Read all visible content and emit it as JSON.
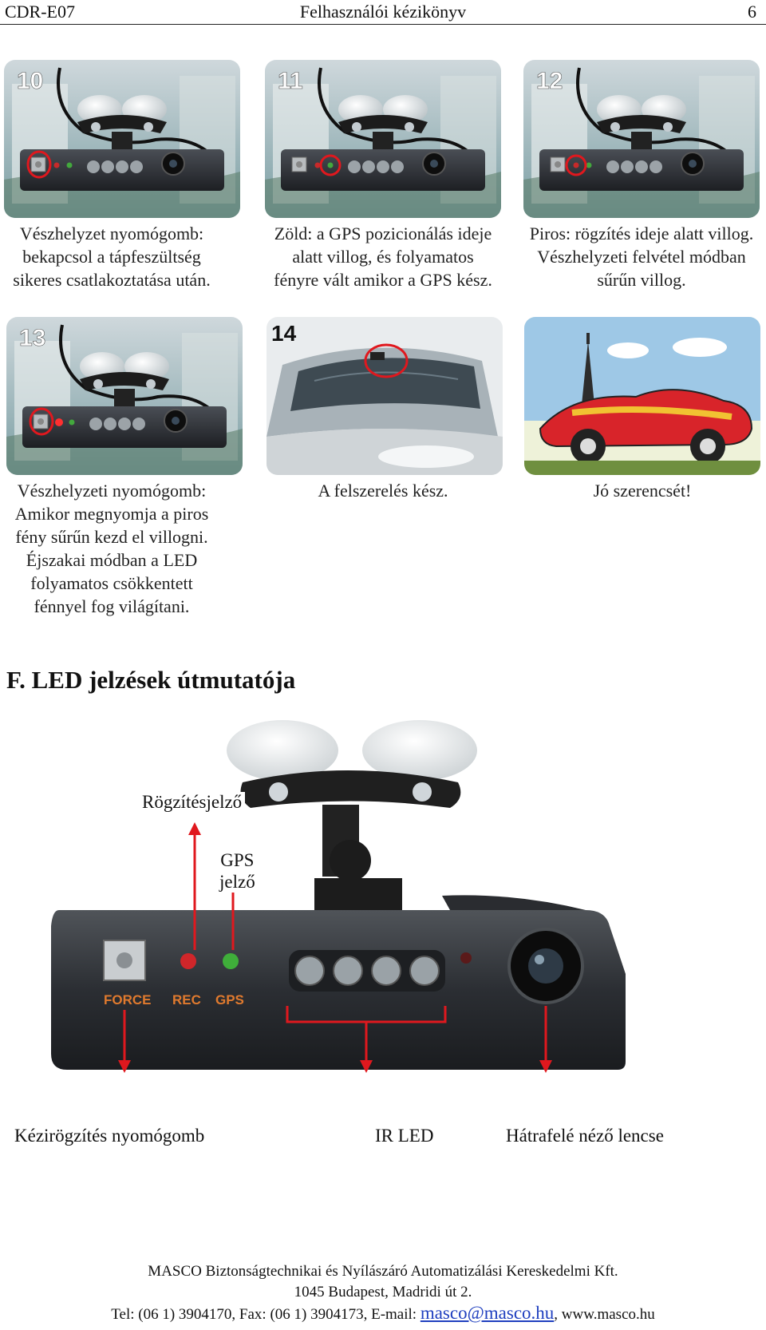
{
  "header": {
    "model": "CDR-E07",
    "title": "Felhasználói kézikönyv",
    "page": "6"
  },
  "panels": [
    {
      "number": "10",
      "caption": "Vészhelyzet nyomógomb: bekapcsol a tápfeszültség sikeres csatlakoztatása után."
    },
    {
      "number": "11",
      "caption": "Zöld: a GPS pozicionálás ideje alatt villog, és folyamatos fényre vált amikor a GPS kész."
    },
    {
      "number": "12",
      "caption": "Piros: rögzítés ideje alatt villog. Vészhelyzeti felvétel módban sűrűn villog."
    },
    {
      "number": "13",
      "caption": "Vészhelyzeti nyomógomb: Amikor megnyomja a piros fény sűrűn kezd el villogni. Éjszakai módban a LED folyamatos csökkentett fénnyel fog világítani."
    },
    {
      "number": "14",
      "caption": "A felszerelés kész."
    },
    {
      "number": "",
      "caption": "Jó szerencsét!"
    }
  ],
  "device_labels": {
    "force": "FORCE",
    "rec": "REC",
    "gps": "GPS"
  },
  "section": {
    "title": "F. LED jelzések útmutatója",
    "labels": {
      "record_indicator": "Rögzítésjelző",
      "gps_indicator_1": "GPS",
      "gps_indicator_2": "jelző",
      "manual_record_button": "Kézirögzítés nyomógomb",
      "ir_led": "IR LED",
      "rear_lens": "Hátrafelé néző lencse"
    }
  },
  "footer": {
    "company": "MASCO Biztonságtechnikai és Nyílászáró Automatizálási Kereskedelmi Kft.",
    "address": "1045 Budapest, Madridi út 2.",
    "contact_prefix": "Tel: (06 1) 3904170, Fax: (06 1) 3904173, E-mail: ",
    "email": "masco@masco.hu",
    "web": ", www.masco.hu"
  },
  "colors": {
    "highlight_circle": "#e0181e",
    "arrow": "#e0181e",
    "device_body": "#2b2e33",
    "rec_led": "#d0262a",
    "gps_led": "#3fae3a",
    "force_text": "#e07a2e",
    "link": "#1f3fbf"
  }
}
